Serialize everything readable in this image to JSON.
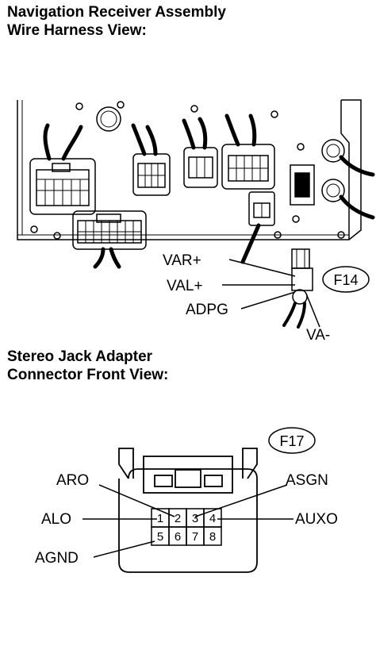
{
  "titles": {
    "top_line1": "Navigation Receiver Assembly",
    "top_line2": "Wire Harness View:",
    "bottom_line1": "Stereo Jack Adapter",
    "bottom_line2": "Connector Front View:"
  },
  "connector_f14": {
    "code": "F14",
    "labels": {
      "var_plus": "VAR+",
      "val_plus": "VAL+",
      "adpg": "ADPG",
      "va_minus": "VA-"
    }
  },
  "connector_f17": {
    "code": "F17",
    "pins": [
      "1",
      "2",
      "3",
      "4",
      "5",
      "6",
      "7",
      "8"
    ],
    "labels": {
      "aro": "ARO",
      "alo": "ALO",
      "agnd": "AGND",
      "asgn": "ASGN",
      "auxo": "AUXO"
    }
  }
}
